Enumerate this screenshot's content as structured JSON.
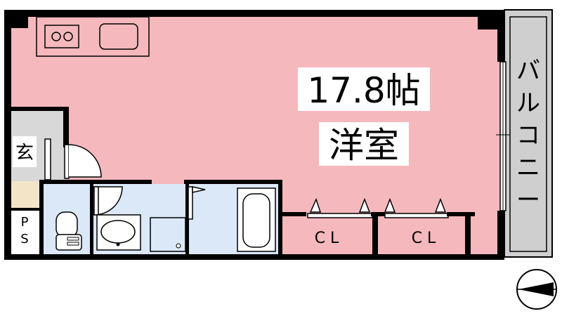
{
  "plan": {
    "main_room": {
      "size": "17.8帖",
      "type": "洋室"
    },
    "entrance": {
      "label": "玄"
    },
    "pipe_space": {
      "label": "PS"
    },
    "closets": [
      {
        "label": "CL"
      },
      {
        "label": "CL"
      }
    ],
    "balcony": {
      "label": "バルコニー"
    },
    "colors": {
      "room_fill": "#f5b8bd",
      "wet_area_fill": "#dbe8f8",
      "entrance_fill": "#d8d8d8",
      "genkan_step_fill": "#f3e4c8",
      "balcony_fill": "#cfcfcf",
      "wall": "#000000",
      "label_bg": "#ffffff"
    },
    "compass": {
      "icon": "north-arrow-icon",
      "pointing": "west"
    }
  }
}
